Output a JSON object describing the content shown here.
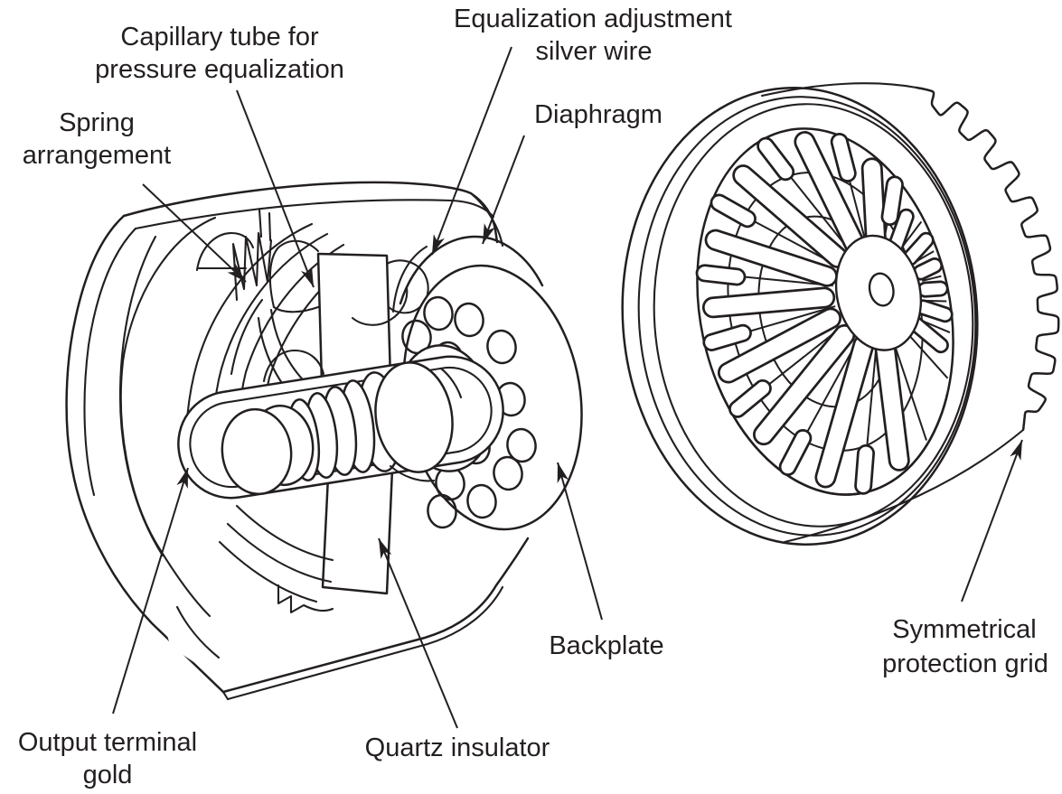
{
  "figure": {
    "background_color": "#ffffff",
    "ink_color": "#231f20",
    "labels": {
      "capillary": {
        "line1": "Capillary tube for",
        "line2": "pressure equalization"
      },
      "equalization": {
        "line1": "Equalization adjustment",
        "line2": "silver wire"
      },
      "spring": {
        "line1": "Spring",
        "line2": "arrangement"
      },
      "diaphragm": {
        "text": "Diaphragm"
      },
      "backplate": {
        "text": "Backplate"
      },
      "output_terminal": {
        "line1": "Output terminal",
        "line2": "gold"
      },
      "quartz": {
        "text": "Quartz insulator"
      },
      "protection_grid": {
        "line1": "Symmetrical",
        "line2": "protection grid"
      }
    }
  }
}
